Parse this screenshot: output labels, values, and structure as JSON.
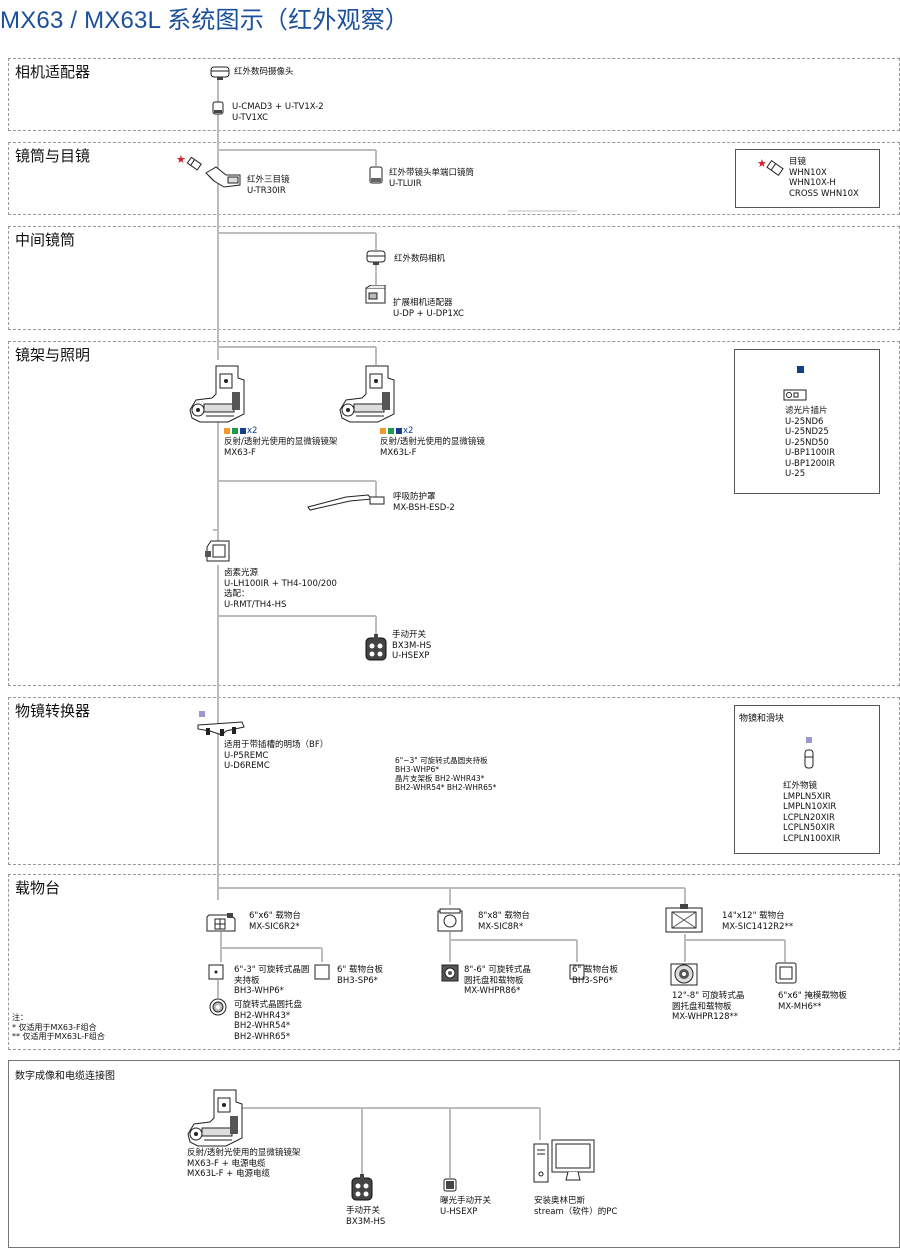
{
  "title": "MX63 / MX63L 系统图示（红外观察）",
  "sections": {
    "camera_adapter": "相机适配器",
    "tube_eyepiece": "镜筒与目镜",
    "intermediate": "中间镜筒",
    "frame_illum": "镜架与照明",
    "nosepiece": "物镜转换器",
    "stage": "载物台",
    "digital": "数字成像和电缆连接图"
  },
  "components": {
    "ir_camera_head": "红外数码摄像头",
    "cmad3": "U-CMAD3 + U-TV1X-2\nU-TV1XC",
    "trinocular": "红外三目镜\nU-TR30IR",
    "tluir": "红外带镜头单端口镜筒\nU-TLUIR",
    "eyepiece": "目镜\nWHN10X\nWHN10X-H\nCROSS WHN10X",
    "ir_digital_camera": "红外数码相机",
    "dp_adapter": "扩展相机适配器\nU-DP + U-DP1XC",
    "mx63f_qty": "x2",
    "mx63f": "反射/透射光使用的显微镜镜架\nMX63-F",
    "mx63lf_qty": "x2",
    "mx63lf": "反射/透射光使用的显微镜镜\nMX63L-F",
    "breath_shield": "呼吸防护罩\nMX-BSH-ESD-2",
    "filter_slider": "滤光片插片\nU-25ND6\nU-25ND25\nU-25ND50\nU-BP1100IR\nU-BP1200IR\nU-25",
    "halogen": "卤素光源\nU-LH100IR + TH4-100/200\n选配：\nU-RMT/TH4-HS",
    "hand_switch": "手动开关\nBX3M-HS\nU-HSEXP",
    "nosepiece_bf": "适用于带插槽的明场（BF）\nU-P5REMC\nU-D6REMC",
    "wafer_holder": "6\"~3\" 可旋转式晶圆夹持板\nBH3-WHP6*\n晶片支架板 BH2-WHR43*\nBH2-WHR54* BH2-WHR65*",
    "obj_box_title": "物镜和滑块",
    "objectives": "红外物镜\nLMPLN5XIR\nLMPLN10XIR\nLCPLN20XIR\nLCPLN50XIR\nLCPLN100XIR",
    "stage6": "6\"x6\" 载物台\nMX-SIC6R2*",
    "stage8": "8\"x8\" 载物台\nMX-SIC8R*",
    "stage14": "14\"x12\" 载物台\nMX-SIC1412R2**",
    "wafer6": "6\"-3\" 可旋转式晶圆\n夹持板\nBH3-WHP6*",
    "plate6a": "6\" 载物台板\nBH3-SP6*",
    "wafer_tray": "可旋转式晶圆托盘\nBH2-WHR43*\nBH2-WHR54*\nBH2-WHR65*",
    "wafer86": "8\"-6\" 可旋转式晶\n圆托盘和载物板\nMX-WHPR86*",
    "plate6b": "6\" 载物台板\nBH3-SP6*",
    "wafer128": "12\"-8\" 可旋转式晶\n圆托盘和载物板\nMX-WHPR128**",
    "mask_holder": "6\"x6\" 掩模载物板\nMX-MH6**",
    "notes": "注：\n* 仅适用于MX63-F组合\n** 仅适用于MX63L-F组合",
    "dig_frame": "反射/透射光使用的显微镜镜架\nMX63-F + 电源电缆\nMX63L-F + 电源电缆",
    "dig_hand": "手动开关\nBX3M-HS",
    "dig_exposure": "曝光手动开关\nU-HSEXP",
    "dig_pc": "安装奥林巴斯\nstream（软件）的PC"
  },
  "colors": {
    "title": "#1a4f9c",
    "star": "#d61b2a",
    "orange": "#f39a2c",
    "green": "#1f9a4a",
    "blue": "#123f8c",
    "lavender": "#9b98cf",
    "line": "#bcbcbc"
  }
}
